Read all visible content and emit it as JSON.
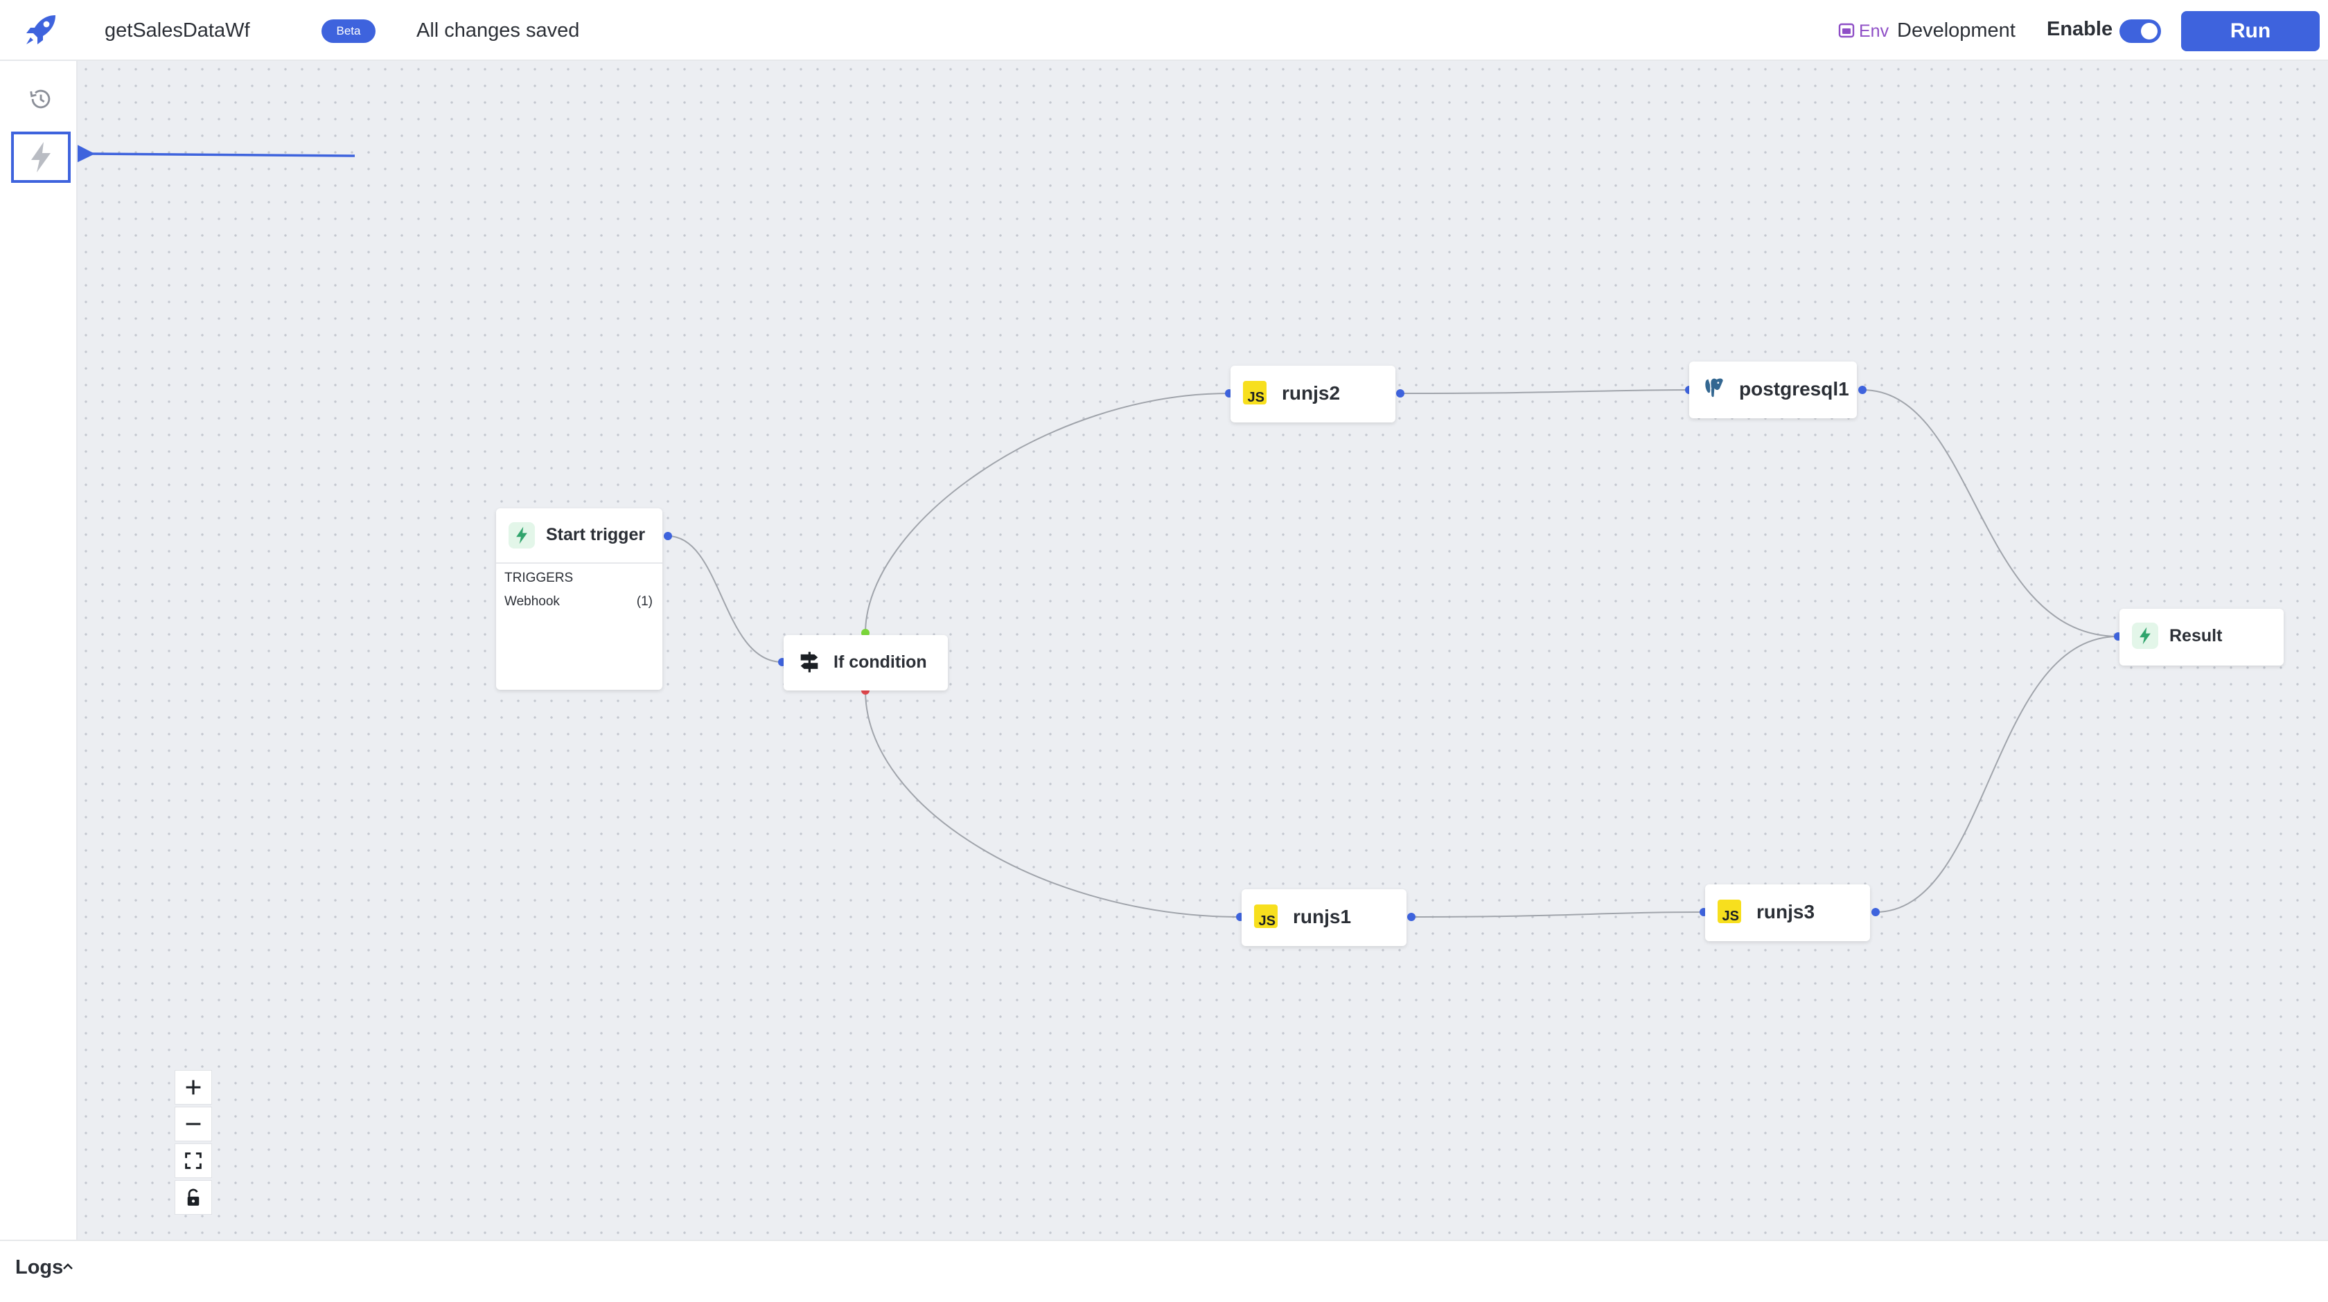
{
  "header": {
    "workflow_name": "getSalesDataWf",
    "beta_badge": "Beta",
    "save_status": "All changes saved",
    "env_label": "Env",
    "env_value": "Development",
    "enable_label": "Enable",
    "enabled": true,
    "run_label": "Run"
  },
  "sidebar": {
    "items": [
      {
        "icon": "history-icon",
        "active": false
      },
      {
        "icon": "lightning-icon",
        "active": true
      }
    ]
  },
  "nodes": {
    "start_trigger": {
      "title": "Start trigger",
      "section_label": "TRIGGERS",
      "trigger_name": "Webhook",
      "trigger_count": "(1)"
    },
    "if_condition": {
      "title": "If condition"
    },
    "runjs2": {
      "title": "runjs2",
      "icon_text": "JS"
    },
    "postgresql1": {
      "title": "postgresql1"
    },
    "runjs1": {
      "title": "runjs1",
      "icon_text": "JS"
    },
    "runjs3": {
      "title": "runjs3",
      "icon_text": "JS"
    },
    "result": {
      "title": "Result"
    }
  },
  "zoom_controls": [
    "zoom-in",
    "zoom-out",
    "fit-view",
    "lock"
  ],
  "logs": {
    "label": "Logs"
  },
  "colors": {
    "accent": "#3e63dd",
    "true_branch": "#7ad53a",
    "false_branch": "#e5484d",
    "env": "#8e4ec6",
    "js_badge": "#f7df1e",
    "trigger_bolt": "#30a46c"
  }
}
